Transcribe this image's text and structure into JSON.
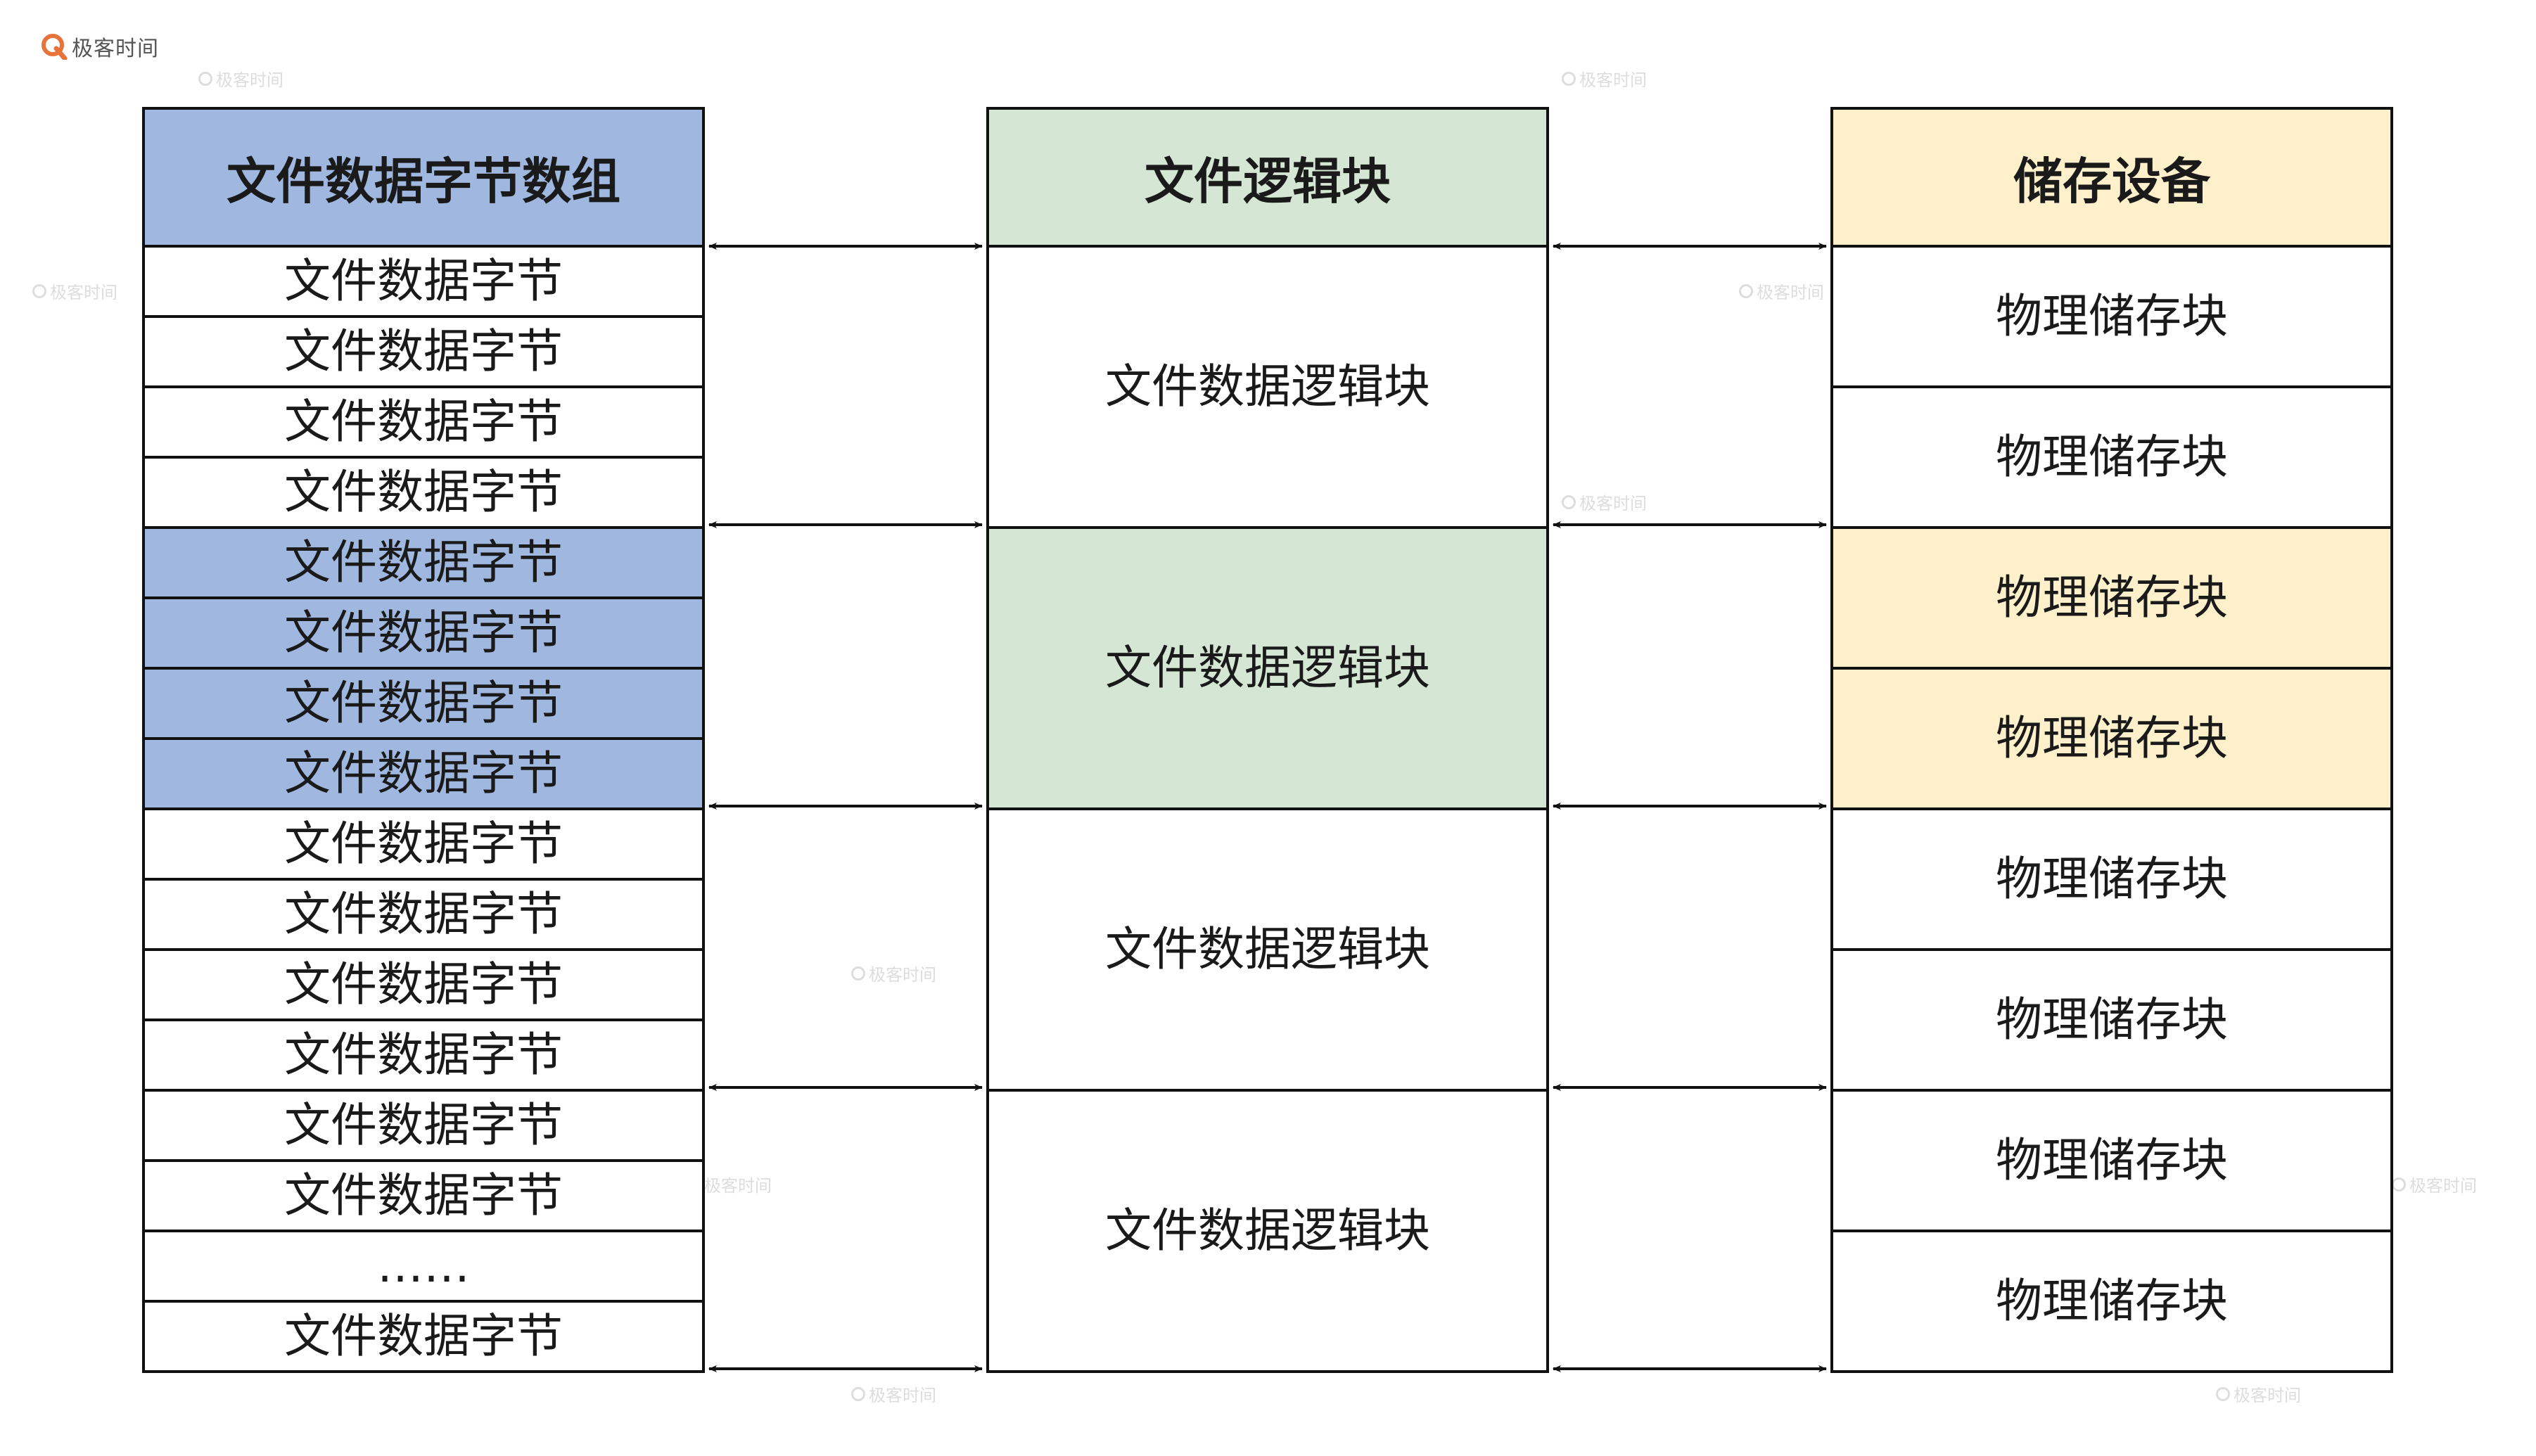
{
  "logo": {
    "text": "极客时间"
  },
  "watermark": {
    "text": "极客时间"
  },
  "columns": {
    "byte_array": {
      "title": "文件数据字节数组",
      "rows": [
        "文件数据字节",
        "文件数据字节",
        "文件数据字节",
        "文件数据字节",
        "文件数据字节",
        "文件数据字节",
        "文件数据字节",
        "文件数据字节",
        "文件数据字节",
        "文件数据字节",
        "文件数据字节",
        "文件数据字节",
        "文件数据字节",
        "文件数据字节",
        "……",
        "文件数据字节"
      ],
      "highlighted_rows": [
        4,
        5,
        6,
        7
      ]
    },
    "logical_blocks": {
      "title": "文件逻辑块",
      "rows": [
        "文件数据逻辑块",
        "文件数据逻辑块",
        "文件数据逻辑块",
        "文件数据逻辑块"
      ],
      "highlighted_rows": [
        1
      ]
    },
    "storage": {
      "title": "储存设备",
      "rows": [
        "物理储存块",
        "物理储存块",
        "物理储存块",
        "物理储存块",
        "物理储存块",
        "物理储存块",
        "物理储存块",
        "物理储存块"
      ],
      "highlighted_rows": [
        2,
        3
      ]
    }
  },
  "colors": {
    "blue": "#a0b8e0",
    "green": "#d5e7d4",
    "yellow": "#fdf0cb",
    "line": "#111111",
    "logo": "#e8733a"
  }
}
